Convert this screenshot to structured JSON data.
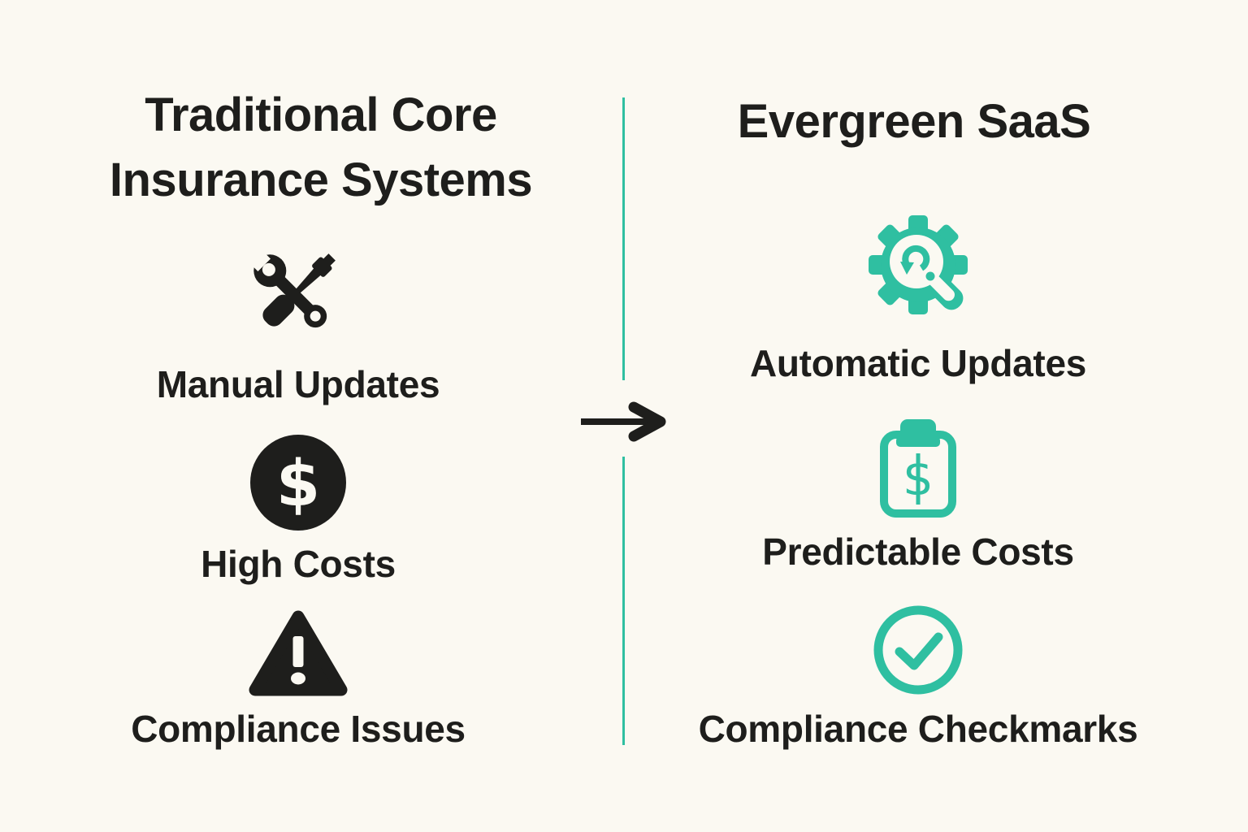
{
  "colors": {
    "background": "#FBF9F2",
    "accent": "#2FBFA1",
    "ink": "#1E1E1C"
  },
  "left_column": {
    "title": "Traditional Core Insurance Systems",
    "items": [
      {
        "icon": "wrench-screwdriver-icon",
        "label": "Manual Updates"
      },
      {
        "icon": "dollar-coin-icon",
        "label": "High Costs",
        "glyph": "$"
      },
      {
        "icon": "warning-triangle-icon",
        "label": "Compliance Issues"
      }
    ]
  },
  "right_column": {
    "title": "Evergreen SaaS",
    "items": [
      {
        "icon": "gear-sync-icon",
        "label": "Automatic Updates"
      },
      {
        "icon": "clipboard-dollar-icon",
        "label": "Predictable Costs",
        "glyph": "$"
      },
      {
        "icon": "check-circle-icon",
        "label": "Compliance Checkmarks"
      }
    ]
  },
  "divider": {
    "symbol": "right-arrow"
  }
}
